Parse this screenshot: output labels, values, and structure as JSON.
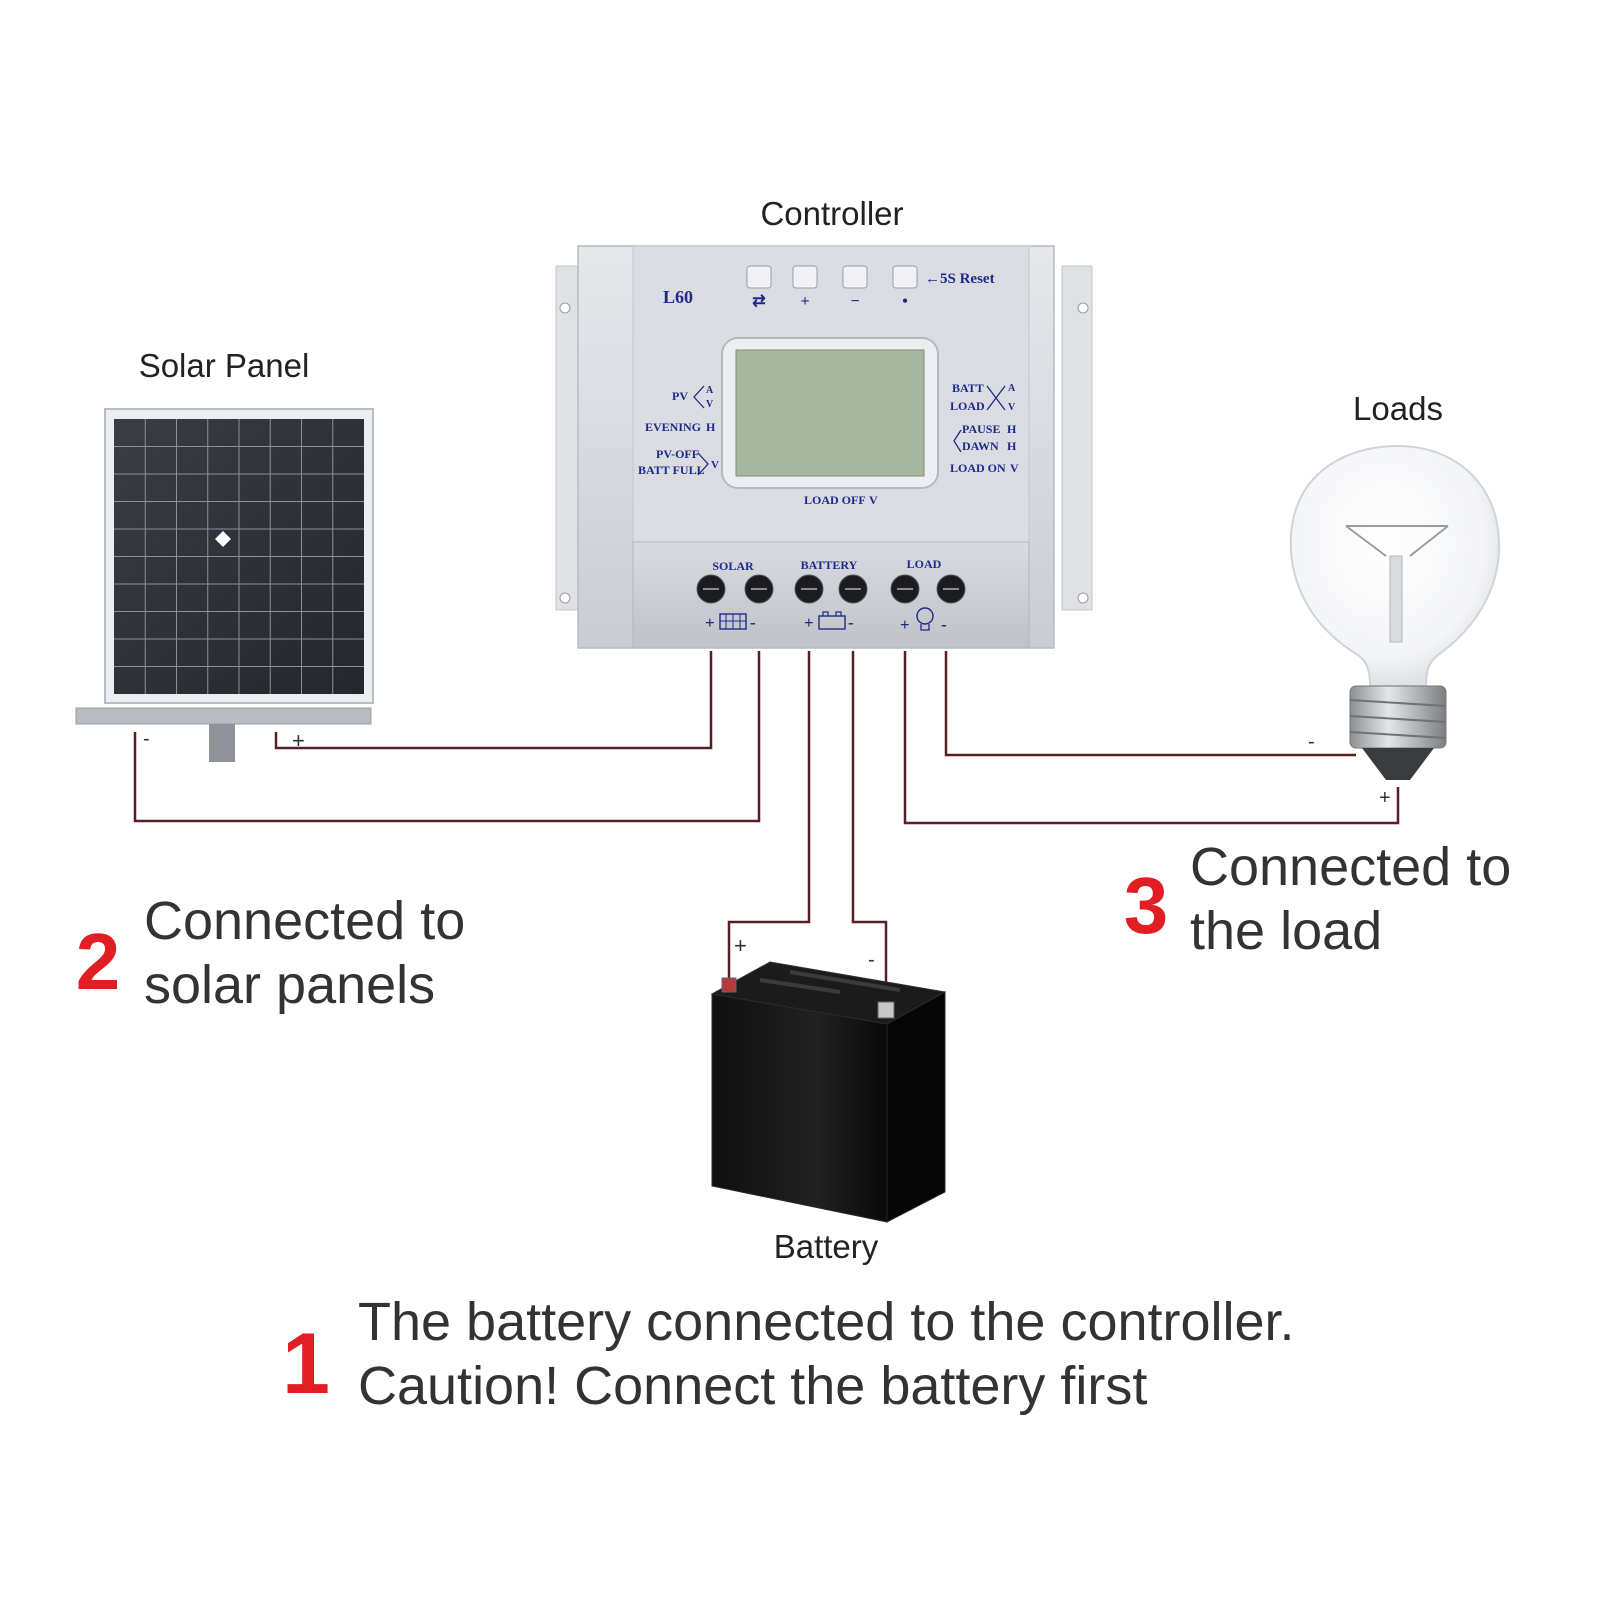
{
  "labels": {
    "controller": "Controller",
    "solar_panel": "Solar Panel",
    "loads": "Loads",
    "battery": "Battery"
  },
  "controller": {
    "model": "L60",
    "reset_hint": "←5S Reset",
    "left_legend": {
      "pv": "PV",
      "pv_a": "A",
      "pv_v": "V",
      "evening": "EVENING",
      "evening_unit": "H",
      "pv_off": "PV-OFF",
      "batt_full": "BATT FULL",
      "pv_off_unit": "V"
    },
    "right_legend": {
      "batt": "BATT",
      "load": "LOAD",
      "a": "A",
      "v": "V",
      "pause": "PAUSE",
      "pause_unit": "H",
      "dawn": "DAWN",
      "dawn_unit": "H",
      "load_on": "LOAD ON",
      "load_on_unit": "V"
    },
    "load_off": "LOAD OFF",
    "load_off_unit": "V",
    "terminals": {
      "solar": "SOLAR",
      "battery": "BATTERY",
      "load": "LOAD"
    },
    "buttons": [
      {
        "symbol": "⇄"
      },
      {
        "symbol": "+"
      },
      {
        "symbol": "−"
      },
      {
        "symbol": "•"
      }
    ]
  },
  "polarity": {
    "plus": "+",
    "minus": "-"
  },
  "steps": [
    {
      "number": "1",
      "line1": "The battery connected to the controller.",
      "line2": "Caution! Connect the battery first"
    },
    {
      "number": "2",
      "line1": "Connected to",
      "line2": "solar panels"
    },
    {
      "number": "3",
      "line1": "Connected to",
      "line2": "the load"
    }
  ],
  "colors": {
    "step_number": "#e01e24",
    "wire": "#5a1f22",
    "controller_body": "#d7d9de",
    "lcd": "#a9b7a0",
    "legend_text": "#1e2a8a"
  }
}
